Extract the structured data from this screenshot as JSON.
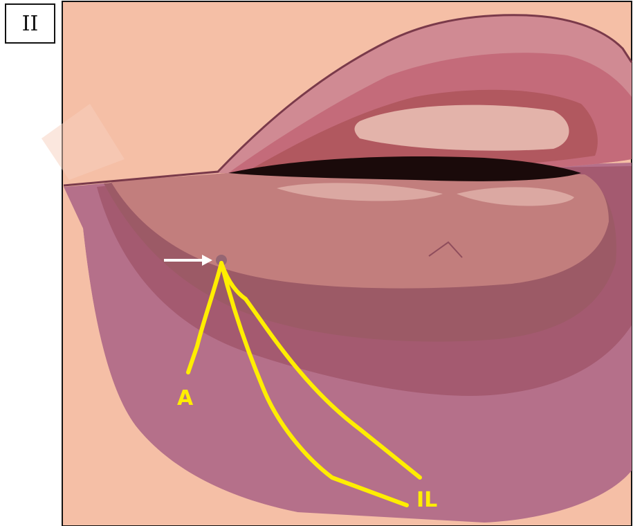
{
  "panel": {
    "label": "II"
  },
  "labels": {
    "a": "A",
    "il": "IL"
  },
  "colors": {
    "skin": "#f5bfa6",
    "upper_lip_outer": "#c46b7a",
    "upper_lip_mid": "#d08a93",
    "upper_lip_dark": "#a8475c",
    "lower_lip_outer": "#b5708a",
    "lower_lip_mid": "#a45a70",
    "lower_lip_inner": "#c27e7d",
    "mouth_gap": "#1a0a0a",
    "highlight": "#e3b3aa",
    "nerve": "#ffee00",
    "arrow": "#ffffff",
    "frame": "#111111"
  }
}
